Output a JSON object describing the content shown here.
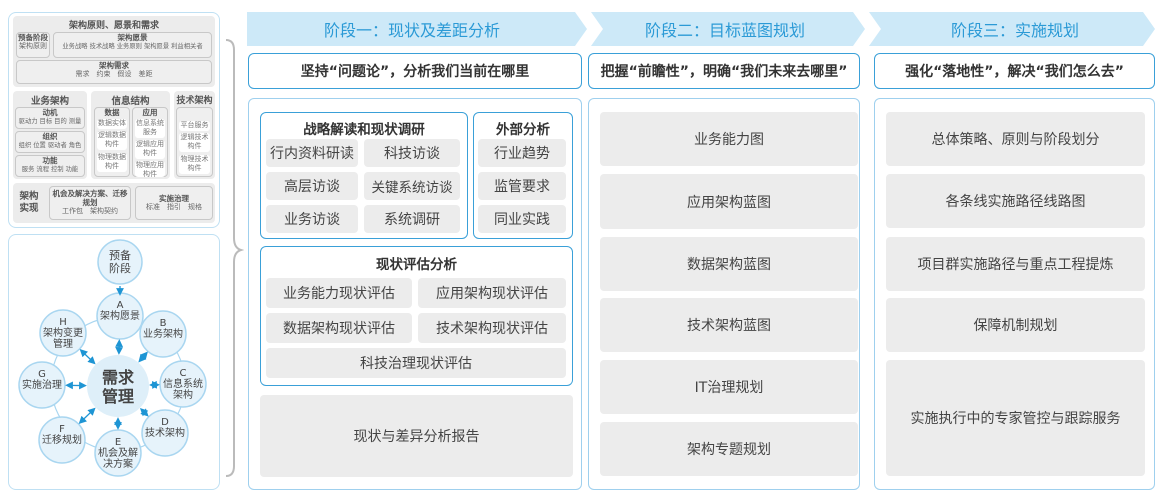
{
  "left_top": {
    "title": "架构原则、愿景和需求",
    "prep": {
      "title": "预备阶段",
      "text": "架构原则"
    },
    "vision": {
      "title": "架构愿景",
      "text": "业务战略 技术战略 业务原则 架构愿景 利益相关者"
    },
    "req": {
      "title": "架构需求",
      "text": "需求　约束　假设　差距"
    },
    "business": {
      "title": "业务架构",
      "items": [
        {
          "title": "动机",
          "text": "驱动力 目标 目的 测量"
        },
        {
          "title": "组织",
          "text": "组织 位置 驱动者 角色"
        },
        {
          "title": "功能",
          "text": "服务 流程 控制 功能"
        }
      ]
    },
    "info": {
      "title": "信息结构",
      "data": {
        "title": "数据",
        "items": [
          "数据实体",
          "逻辑数据构件",
          "物理数据构件"
        ]
      },
      "app": {
        "title": "应用",
        "items": [
          "信息系统服务",
          "逻辑应用构件",
          "物理应用构件"
        ]
      }
    },
    "tech": {
      "title": "技术架构",
      "items": [
        "平台服务",
        "逻辑技术构件",
        "物理技术构件"
      ]
    },
    "impl": {
      "title": "架构实现",
      "opp": {
        "title": "机会及解决方案、迁移规划",
        "text": "工作包　架构契约"
      },
      "gov": {
        "title": "实施治理",
        "text": "标准　指引　规格"
      }
    }
  },
  "cycle": {
    "center": "需求管理",
    "prep": "预备阶段",
    "nodes": [
      {
        "letter": "A",
        "label": "架构愿景"
      },
      {
        "letter": "B",
        "label": "业务架构"
      },
      {
        "letter": "C",
        "label": "信息系统架构"
      },
      {
        "letter": "D",
        "label": "技术架构"
      },
      {
        "letter": "E",
        "label": "机会及解决方案"
      },
      {
        "letter": "F",
        "label": "迁移规划"
      },
      {
        "letter": "G",
        "label": "实施治理"
      },
      {
        "letter": "H",
        "label": "架构变更管理"
      }
    ]
  },
  "stages": [
    {
      "title": "阶段一：现状及差距分析",
      "subtitle": "坚持“问题论”，分析我们当前在哪里",
      "strategy": {
        "title": "战略解读和现状调研",
        "items": [
          "行内资料研读",
          "科技访谈",
          "高层访谈",
          "关键系统访谈",
          "业务访谈",
          "系统调研"
        ]
      },
      "external": {
        "title": "外部分析",
        "items": [
          "行业趋势",
          "监管要求",
          "同业实践"
        ]
      },
      "assessment": {
        "title": "现状评估分析",
        "items": [
          "业务能力现状评估",
          "应用架构现状评估",
          "数据架构现状评估",
          "技术架构现状评估",
          "科技治理现状评估"
        ]
      },
      "report": "现状与差异分析报告"
    },
    {
      "title": "阶段二：目标蓝图规划",
      "subtitle": "把握“前瞻性”，明确“我们未来去哪里”",
      "items": [
        "业务能力图",
        "应用架构蓝图",
        "数据架构蓝图",
        "技术架构蓝图",
        "IT治理规划",
        "架构专题规划"
      ]
    },
    {
      "title": "阶段三：实施规划",
      "subtitle": "强化“落地性”，解决“我们怎么去”",
      "items": [
        "总体策略、原则与阶段划分",
        "各条线实施路径线路图",
        "项目群实施路径与重点工程提炼",
        "保障机制规划",
        "实施执行中的专家管控与跟踪服务"
      ]
    }
  ],
  "colors": {
    "accent": "#3aa0d8",
    "banner_bg": "#cde9f8",
    "banner_text": "#2b9ad6",
    "item_bg": "#ececec"
  }
}
